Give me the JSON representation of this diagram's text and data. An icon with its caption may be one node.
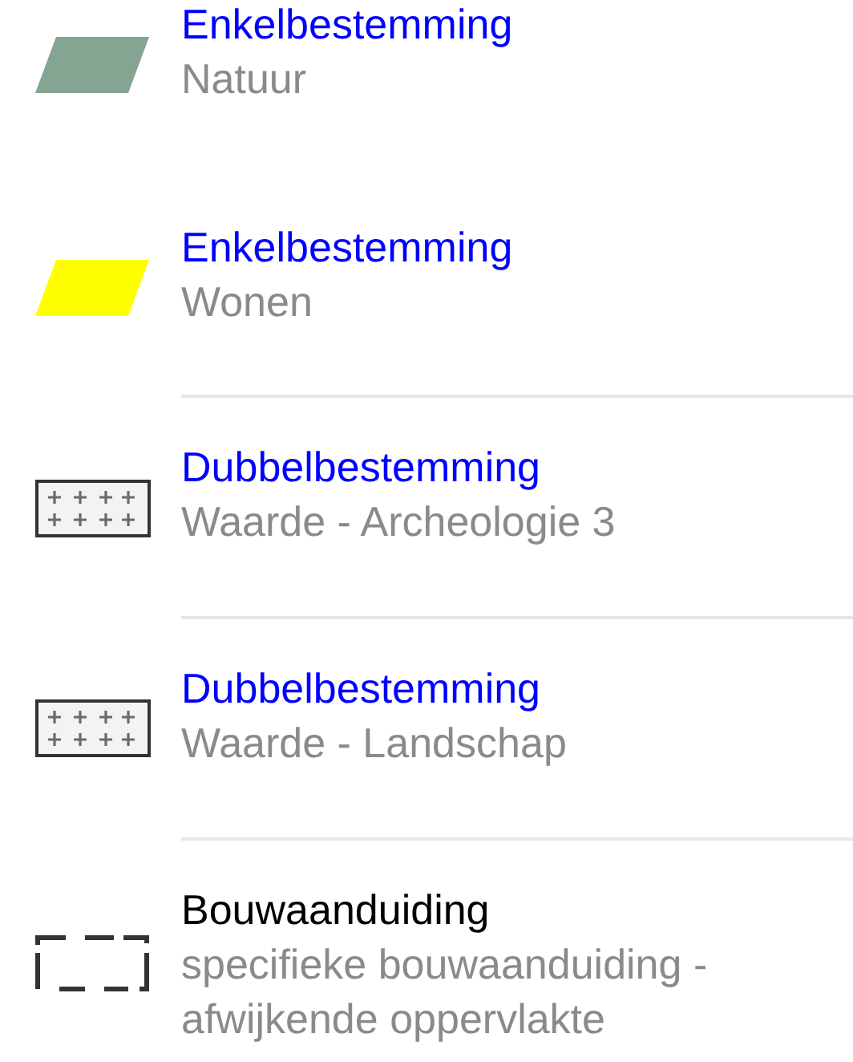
{
  "diagram": {
    "legend": [
      {
        "text": "Enkelbestemming",
        "color": "#83a591"
      },
      {
        "text": "Enkelbestemming",
        "color": "#ffff00"
      },
      {
        "text": "Dubbelbestemming"
      },
      {
        "text": "Dubbelbestemming"
      },
      {
        "text": "Bouwaanduiding"
      }
    ],
    "labels": [
      "Natuur",
      "Wonen",
      "Waarde - Archeologie 3",
      "Waarde - Landschap",
      "specifieke bouwaanduiding - afwijkende oppervlakte"
    ]
  }
}
